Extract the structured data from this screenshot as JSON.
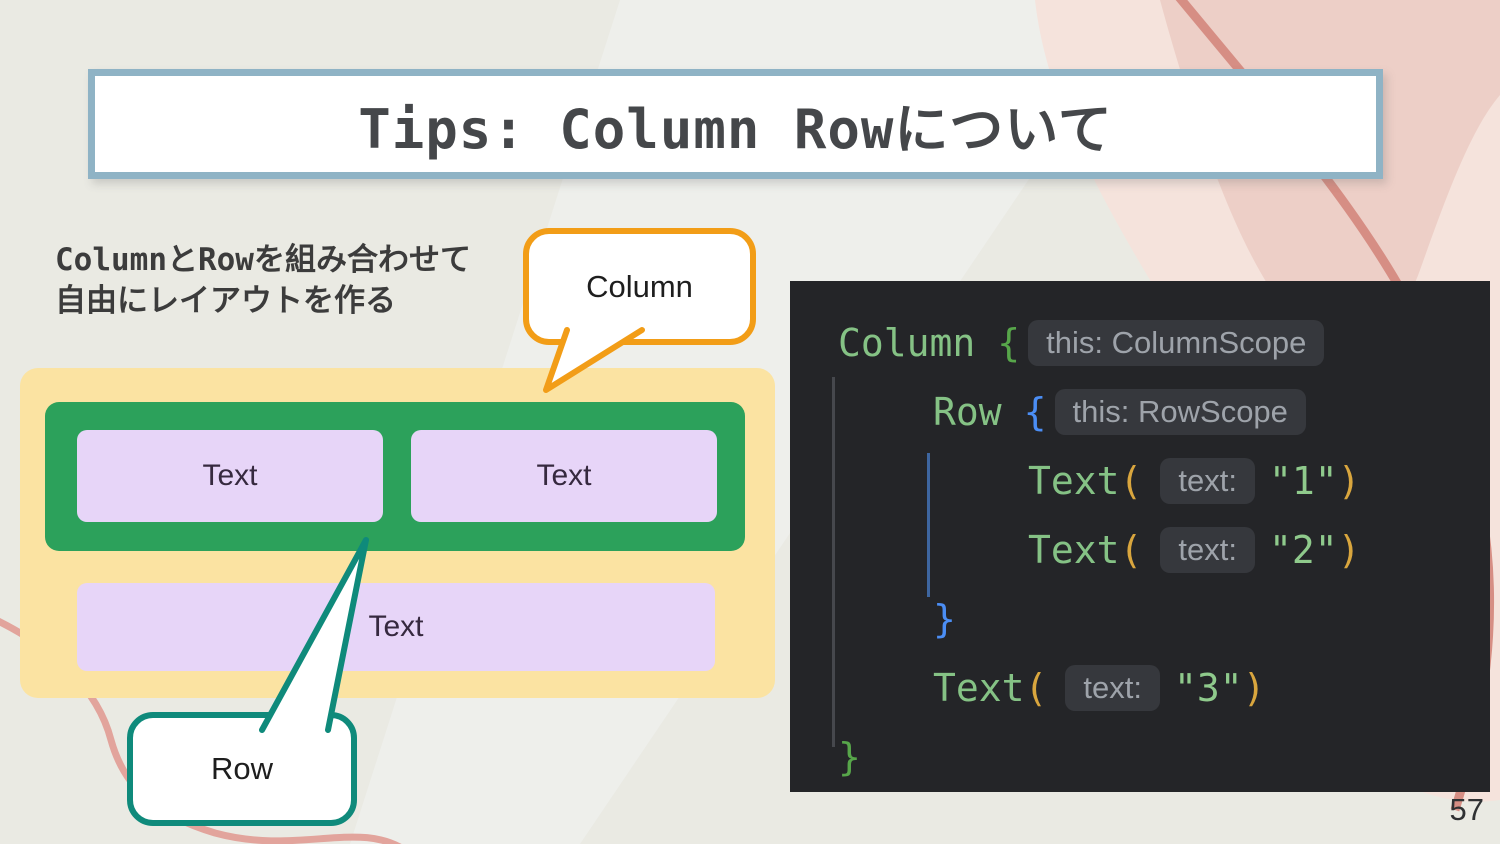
{
  "page": {
    "number": "57"
  },
  "title": "Tips: Column Rowについて",
  "description": {
    "line1": "ColumnとRowを組み合わせて",
    "line2": "自由にレイアウトを作る"
  },
  "diagram": {
    "column_bubble_label": "Column",
    "row_bubble_label": "Row",
    "text_box_1": "Text",
    "text_box_2": "Text",
    "text_box_3": "Text"
  },
  "colors": {
    "column_box": "#FBE3A2",
    "row_box": "#2CA15B",
    "text_box": "#E7D5F8",
    "column_bubble_border": "#F29D17",
    "row_bubble_border": "#0F8A7B",
    "title_border": "#8FB3C5",
    "code_background": "#242528",
    "code_identifier_green": "#85C285",
    "code_brace_green": "#57A64A",
    "code_brace_blue": "#4B8EF5",
    "code_paren_gold": "#D9A63E",
    "code_string_green": "#8FCA8C",
    "code_hint_gray": "#9EA3AA"
  },
  "code": {
    "lines": [
      {
        "name": "Column",
        "brace": "{",
        "hint": "this: ColumnScope"
      },
      {
        "name": "Row",
        "brace": "{",
        "hint": "this: RowScope"
      },
      {
        "name": "Text",
        "open": "(",
        "hint": "text:",
        "string": "\"1\"",
        "close": ")"
      },
      {
        "name": "Text",
        "open": "(",
        "hint": "text:",
        "string": "\"2\"",
        "close": ")"
      },
      {
        "brace": "}"
      },
      {
        "name": "Text",
        "open": "(",
        "hint": "text:",
        "string": "\"3\"",
        "close": ")"
      },
      {
        "brace": "}"
      }
    ]
  }
}
